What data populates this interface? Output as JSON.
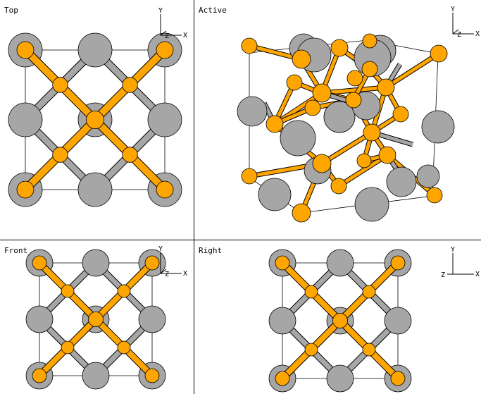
{
  "colors": {
    "atom_a": "#a6a6a6",
    "atom_b": "#ffa500",
    "bond_b": "#ffa500",
    "bond_a": "#a6a6a6",
    "outline": "#000000",
    "background": "#ffffff"
  },
  "panes": {
    "top": {
      "title": "Top",
      "axis": {
        "up": "Y",
        "right": "X",
        "out": "Z"
      }
    },
    "active": {
      "title": "Active",
      "axis": {
        "up": "Y",
        "right": "X",
        "out": "Z"
      }
    },
    "front": {
      "title": "Front",
      "axis": {
        "up": "Y",
        "right": "X",
        "out": "Z"
      }
    },
    "right": {
      "title": "Right",
      "axis": {
        "up": "Y",
        "right": "X",
        "out": "Z"
      }
    }
  },
  "icons": {
    "axis_triad": "axis-triad-icon"
  }
}
